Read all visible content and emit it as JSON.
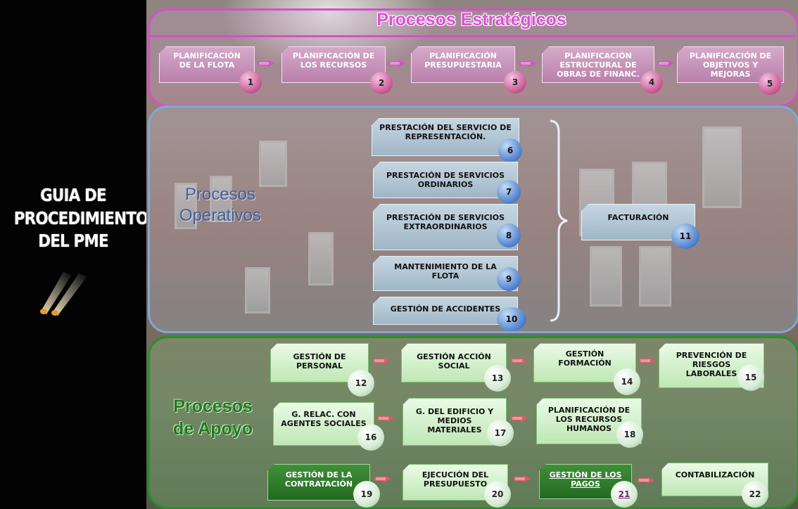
{
  "left_panel": {
    "title": "GUIA DE PROCEDIMIENTOS DEL PME"
  },
  "sections": {
    "strategic": {
      "title": "Procesos Estratégicos",
      "color": "#d64fc9"
    },
    "operative": {
      "title": "Procesos Operativos",
      "color": "#3f5f9f"
    },
    "support": {
      "title": "Procesos de Apoyo",
      "color": "#1f7a20"
    }
  },
  "strategic": [
    {
      "label": "PLANIFICACIÓN DE LA FLOTA",
      "number": "1"
    },
    {
      "label": "PLANIFICACIÓN DE LOS RECURSOS",
      "number": "2"
    },
    {
      "label": "PLANIFICACIÓN PRESUPUESTARIA",
      "number": "3"
    },
    {
      "label": "PLANIFICACIÓN ESTRUCTURAL DE OBRAS DE FINANC.",
      "number": "4"
    },
    {
      "label": "PLANIFICACIÓN DE OBJETIVOS Y MEJORAS",
      "number": "5"
    }
  ],
  "operative": [
    {
      "label": "PRESTACIÓN DEL SERVICIO DE REPRESENTACIÓN.",
      "number": "6"
    },
    {
      "label": "PRESTACIÓN DE SERVICIOS ORDINARIOS",
      "number": "7"
    },
    {
      "label": "PRESTACIÓN DE SERVICIOS EXTRAORDINARIOS",
      "number": "8"
    },
    {
      "label": "MANTENIMIENTO DE LA FLOTA",
      "number": "9"
    },
    {
      "label": "GESTIÓN DE ACCIDENTES",
      "number": "10"
    },
    {
      "label": "FACTURACIÓN",
      "number": "11"
    }
  ],
  "support": [
    {
      "label": "GESTIÓN DE PERSONAL",
      "number": "12"
    },
    {
      "label": "GESTIÓN ACCIÓN SOCIAL",
      "number": "13"
    },
    {
      "label": "GESTIÓN FORMACIÓN",
      "number": "14"
    },
    {
      "label": "PREVENCIÓN DE RIESGOS LABORALES",
      "number": "15"
    },
    {
      "label": "G. RELAC. CON AGENTES SOCIALES",
      "number": "16"
    },
    {
      "label": "G. DEL EDIFICIO Y MEDIOS MATERIALES",
      "number": "17"
    },
    {
      "label": "PLANIFICACIÓN DE LOS RECURSOS HUMANOS",
      "number": "18"
    },
    {
      "label": "GESTIÓN DE LA CONTRATACIÓN",
      "number": "19"
    },
    {
      "label": "EJECUCIÓN DEL PRESUPUESTO",
      "number": "20"
    },
    {
      "label": "GESTIÓN DE LOS PAGOS",
      "number": "21"
    },
    {
      "label": "CONTABILIZACIÓN",
      "number": "22"
    }
  ]
}
